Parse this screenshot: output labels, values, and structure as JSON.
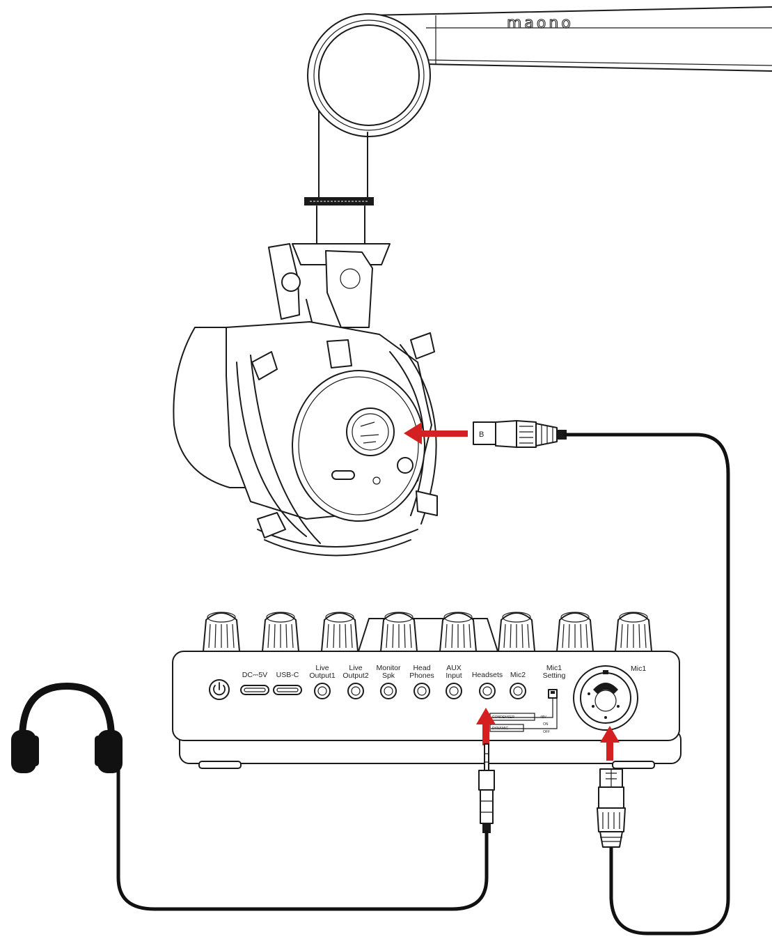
{
  "brand": "maono",
  "mixer": {
    "ports": [
      {
        "line1": "DC⎓5V",
        "line2": ""
      },
      {
        "line1": "USB-C",
        "line2": ""
      },
      {
        "line1": "Live",
        "line2": "Output1"
      },
      {
        "line1": "Live",
        "line2": "Output2"
      },
      {
        "line1": "Monitor",
        "line2": "Spk"
      },
      {
        "line1": "Head",
        "line2": "Phones"
      },
      {
        "line1": "AUX",
        "line2": "Input"
      },
      {
        "line1": "Headsets",
        "line2": ""
      },
      {
        "line1": "Mic2",
        "line2": ""
      },
      {
        "line1": "Mic1",
        "line2": "Setting"
      }
    ],
    "mic1_label": "Mic1",
    "switch_condenser": "CONDENSER",
    "switch_dynamic": "DYNAMIC",
    "switch_state_a": "48V",
    "switch_state_b": "ON",
    "switch_state_c": "OFF"
  },
  "colors": {
    "line": "#1a1a1a",
    "arrow": "#d42020",
    "cable": "#111111"
  },
  "icons": {
    "power": "power-icon",
    "headphones": "headphones-icon"
  }
}
